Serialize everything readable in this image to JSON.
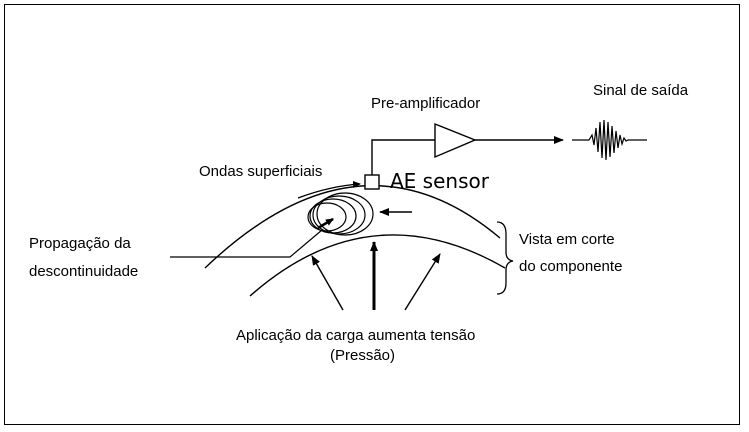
{
  "labels": {
    "output_signal": "Sinal de saída",
    "preamplifier": "Pre-amplificador",
    "surface_waves": "Ondas superficiais",
    "ae_sensor": "AE sensor",
    "propagation_line1": "Propagação da",
    "propagation_line2": "descontinuidade",
    "section_view_line1": "Vista em corte",
    "section_view_line2": "do componente",
    "load_line1": "Aplicação da carga aumenta tensão",
    "load_line2": "(Pressão)"
  },
  "colors": {
    "stroke": "#000000",
    "background": "#ffffff"
  }
}
